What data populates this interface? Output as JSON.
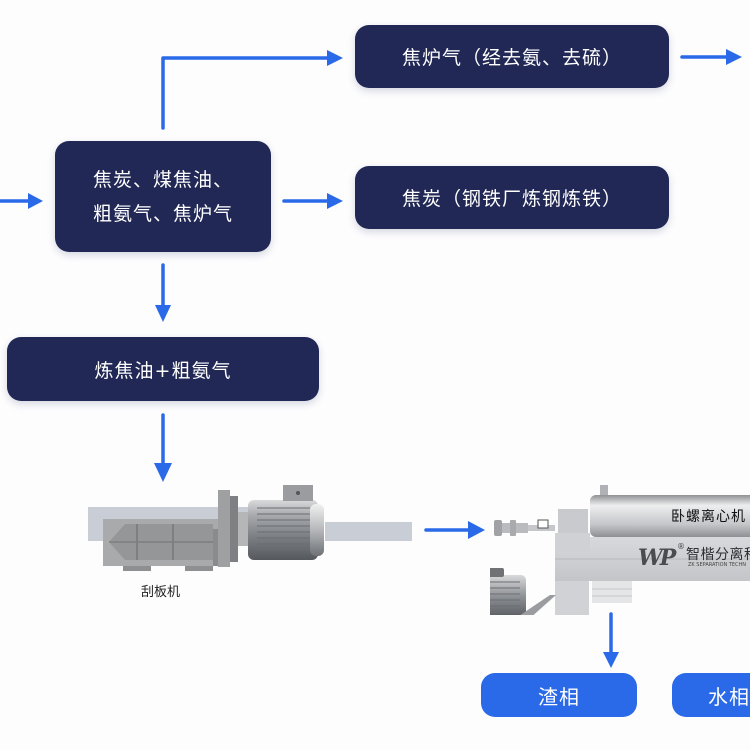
{
  "diagram": {
    "nodes": {
      "coke_products": {
        "lines": [
          "焦炭、煤焦油、",
          "粗氨气、焦炉气"
        ]
      },
      "coke_oven_gas": {
        "text": "焦炉气（经去氨、去硫）"
      },
      "coke": {
        "text": "焦炭（钢铁厂炼钢炼铁）"
      },
      "tar_ammonia": {
        "text": "炼焦油+粗氨气"
      },
      "residue_phase": {
        "text": "渣相"
      },
      "water_phase": {
        "text": "水相"
      }
    },
    "equipment": {
      "scraper": {
        "label": "刮板机"
      },
      "centrifuge": {
        "label": "卧螺离心机",
        "brand_logo": "WP",
        "brand_name": "智楷分离科",
        "brand_sub": "ZK SEPARATION TECHN",
        "registered_mark": "®"
      }
    },
    "colors": {
      "dark_box": "#212855",
      "blue_box": "#2a69e8",
      "arrow": "#2a69e8"
    }
  }
}
